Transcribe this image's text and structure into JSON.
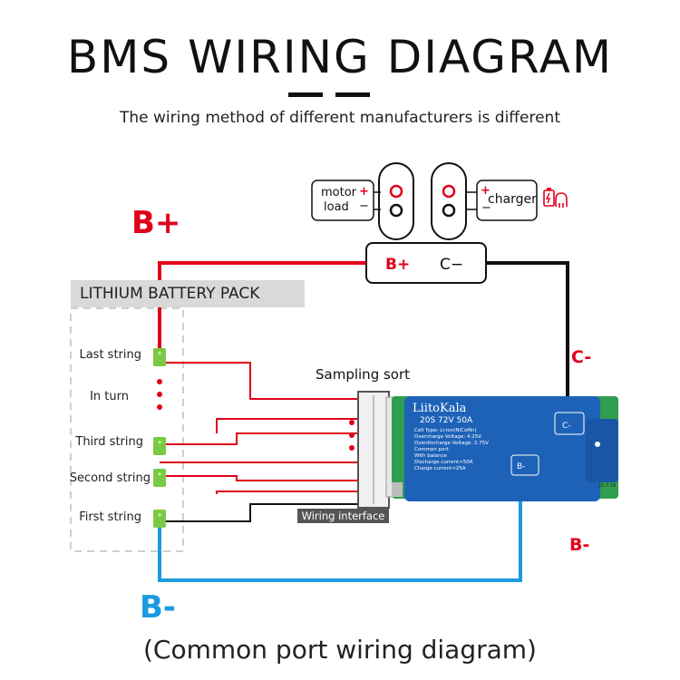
{
  "title": "BMS WIRING DIAGRAM",
  "subtitle": "The wiring method of different manufacturers is different",
  "labels": {
    "b_plus": "B+",
    "b_minus": "B-",
    "c_minus": "C-",
    "b_minus_right": "B-",
    "pack_title": "LITHIUM BATTERY PACK",
    "sampling_sort": "Sampling sort",
    "wiring_interface": "Wiring interface",
    "footer": "(Common port wiring diagram)"
  },
  "cells": [
    {
      "label": "Last string"
    },
    {
      "label": "In turn"
    },
    {
      "label": "Third string"
    },
    {
      "label": "Second string"
    },
    {
      "label": "First string"
    }
  ],
  "connector": {
    "motor_line1": "motor",
    "motor_line2": "load",
    "charger": "charger",
    "plus": "+",
    "minus": "−",
    "port_bplus": "B+",
    "port_cminus": "C−"
  },
  "board": {
    "brand": "LiitoKala",
    "model": "20S  72V  50A",
    "specs": [
      "Cell Type: Li-ion(NiCoMn)",
      "Overcharge Voltage: 4.25V",
      "Overdischarge Voltage: 2.75V",
      "Common port",
      "With balance",
      "Discharge current<50A",
      "Charge current<25A"
    ],
    "cminus": "C-",
    "bminus": "B-",
    "code": "21.7.24"
  },
  "colors": {
    "red_wire": "#e0001a",
    "black_wire": "#111111",
    "blue_wire": "#1a9be0",
    "board_blue": "#1e62b8",
    "pcb_green": "#2f9e4f",
    "cell_green": "#7ac943"
  },
  "icons": [
    "battery-charge-icon",
    "plug-icon"
  ]
}
